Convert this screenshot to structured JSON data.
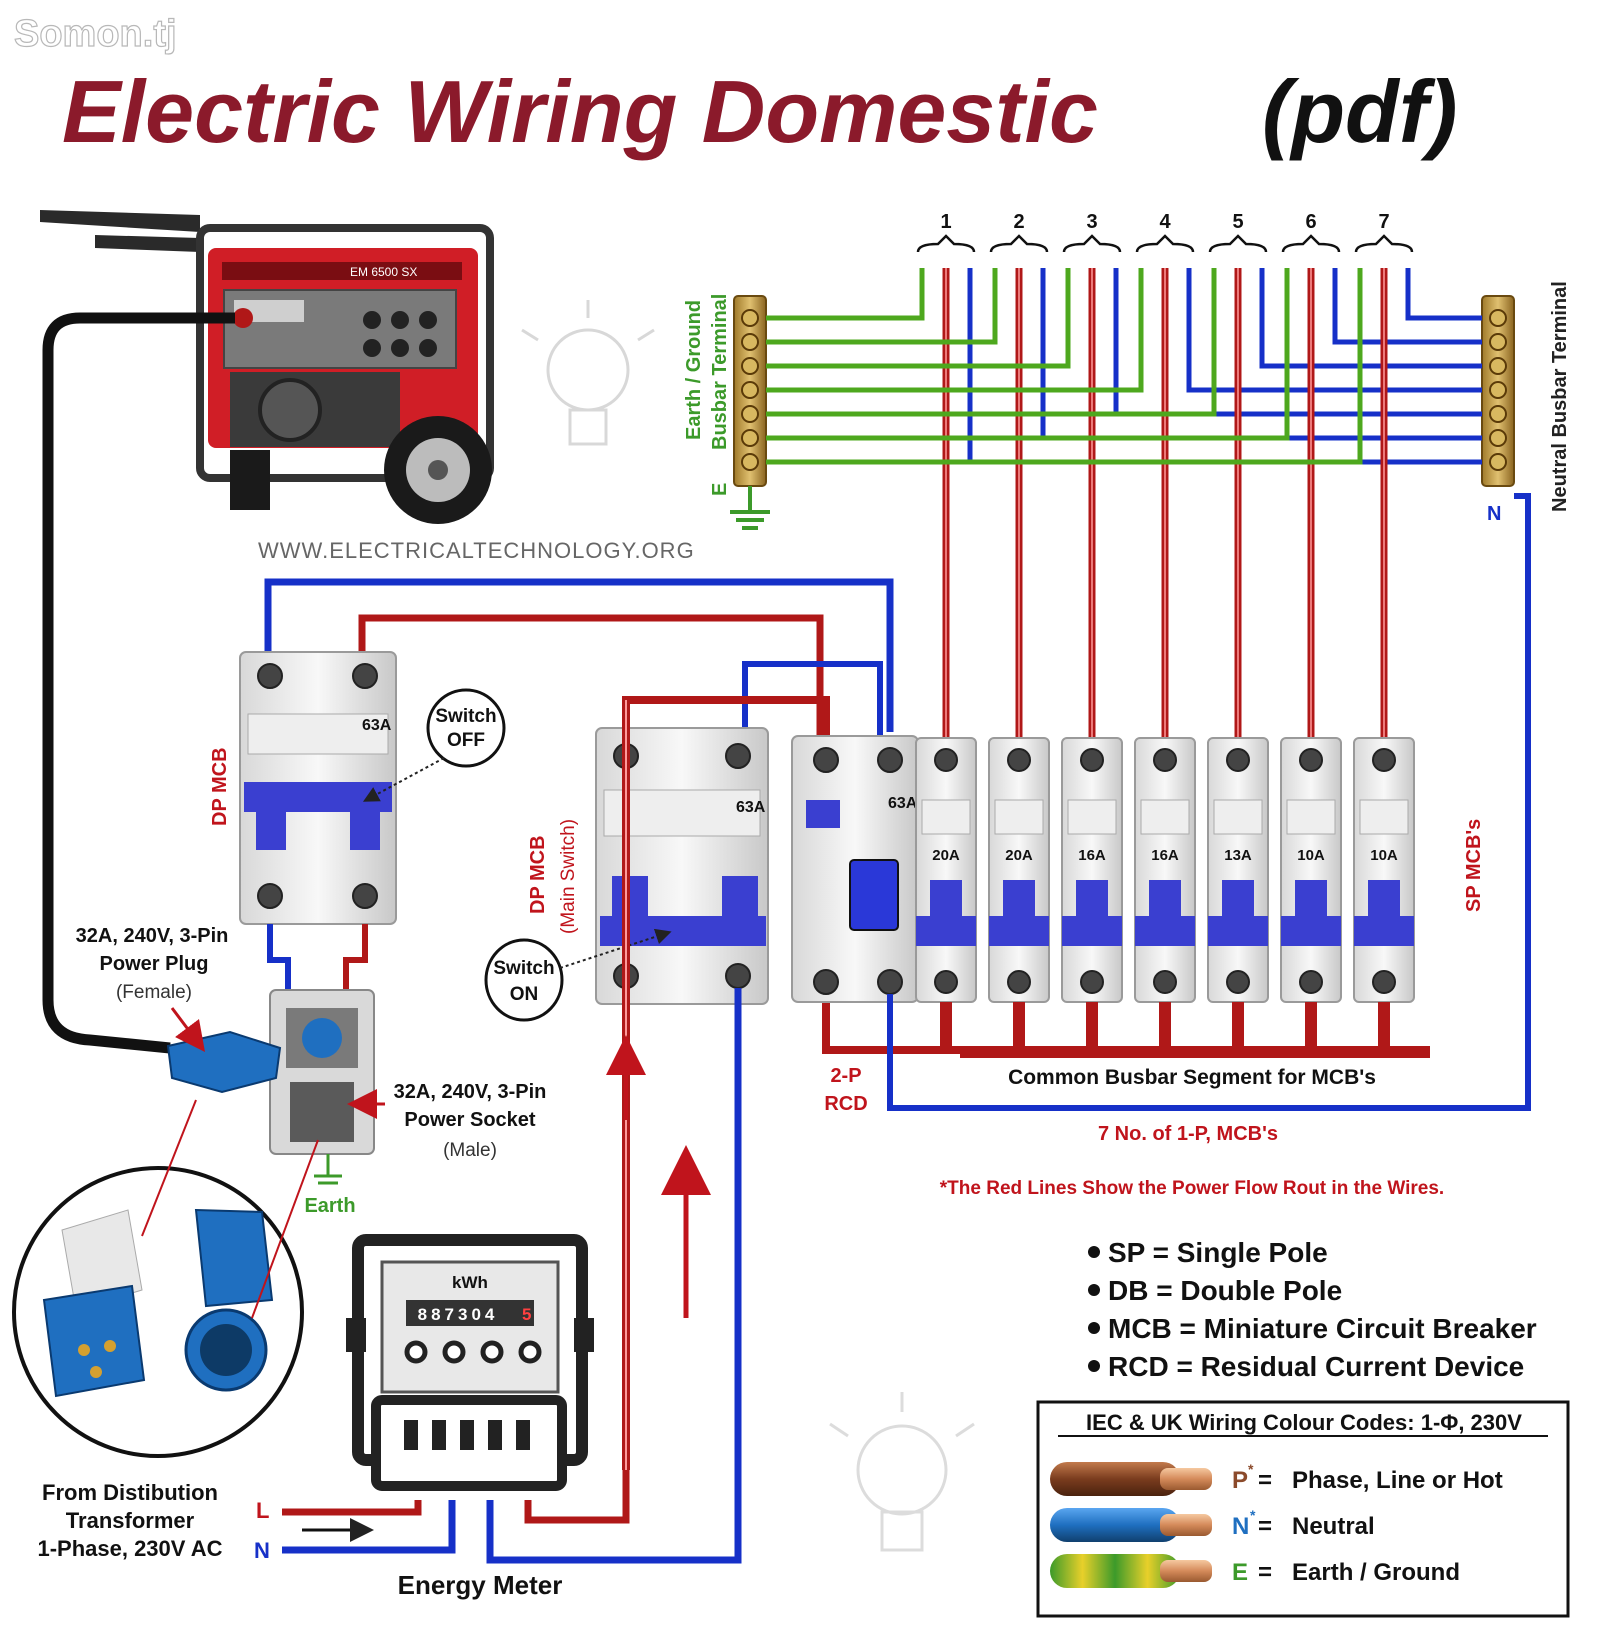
{
  "header": {
    "watermark": "Somon.tj",
    "title": "Electric Wiring Domestic",
    "title_suffix": "(pdf)"
  },
  "site_url": "WWW.ELECTRICALTECHNOLOGY.ORG",
  "generator": {
    "model_label": "EM 6500 SX"
  },
  "earth_busbar": {
    "label_line1": "Earth / Ground",
    "label_line2": "Busbar Terminal",
    "marker": "E"
  },
  "neutral_busbar": {
    "label": "Neutral Busbar Terminal",
    "marker": "N"
  },
  "circuits": [
    "1",
    "2",
    "3",
    "4",
    "5",
    "6",
    "7"
  ],
  "dp_mcb_left": {
    "label": "DP MCB",
    "rating": "63A",
    "switch_note_line1": "Switch",
    "switch_note_line2": "OFF"
  },
  "dp_mcb_main": {
    "label_line1": "DP MCB",
    "label_line2": "(Main Switch)",
    "rating": "63A",
    "switch_note_line1": "Switch",
    "switch_note_line2": "ON"
  },
  "rcd": {
    "rating": "63A",
    "label_line1": "2-P",
    "label_line2": "RCD"
  },
  "sp_mcbs": {
    "label": "SP MCB's",
    "ratings": [
      "20A",
      "20A",
      "16A",
      "16A",
      "13A",
      "10A",
      "10A"
    ]
  },
  "plug": {
    "line1": "32A, 240V, 3-Pin",
    "line2": "Power Plug",
    "line3": "(Female)"
  },
  "socket": {
    "line1": "32A, 240V, 3-Pin",
    "line2": "Power Socket",
    "line3": "(Male)",
    "earth": "Earth"
  },
  "meter": {
    "unit": "kWh",
    "digits": "887304",
    "last_digit": "5",
    "label": "Energy Meter"
  },
  "supply": {
    "line1": "From Distibution",
    "line2": "Transformer",
    "line3": "1-Phase, 230V AC",
    "L": "L",
    "N": "N"
  },
  "busbar_caption": "Common Busbar Segment for MCB's",
  "mcb_count_caption": "7 No. of 1-P, MCB's",
  "note": "*The Red Lines Show the Power Flow Rout in the Wires.",
  "abbreviations": [
    "SP = Single Pole",
    "DB = Double Pole",
    "MCB = Miniature Circuit Breaker",
    "RCD = Residual Current Device"
  ],
  "colour_codes": {
    "title": "IEC & UK Wiring Colour Codes: 1-Φ, 230V",
    "rows": [
      {
        "code": "P",
        "sup": "*",
        "eq": "=",
        "text": "Phase, Line or  Hot",
        "color": "#8b4a2b"
      },
      {
        "code": "N",
        "sup": "*",
        "eq": "=",
        "text": "Neutral",
        "color": "#1f6fc0"
      },
      {
        "code": "E",
        "sup": "",
        "eq": "=",
        "text": "Earth / Ground",
        "color": "#3c9a2a"
      }
    ]
  },
  "colors": {
    "title": "#8b1a2b",
    "phase": "#b01818",
    "neutral": "#1630c8",
    "earth": "#4ea81e",
    "breaker_blue": "#3a3fd0"
  }
}
